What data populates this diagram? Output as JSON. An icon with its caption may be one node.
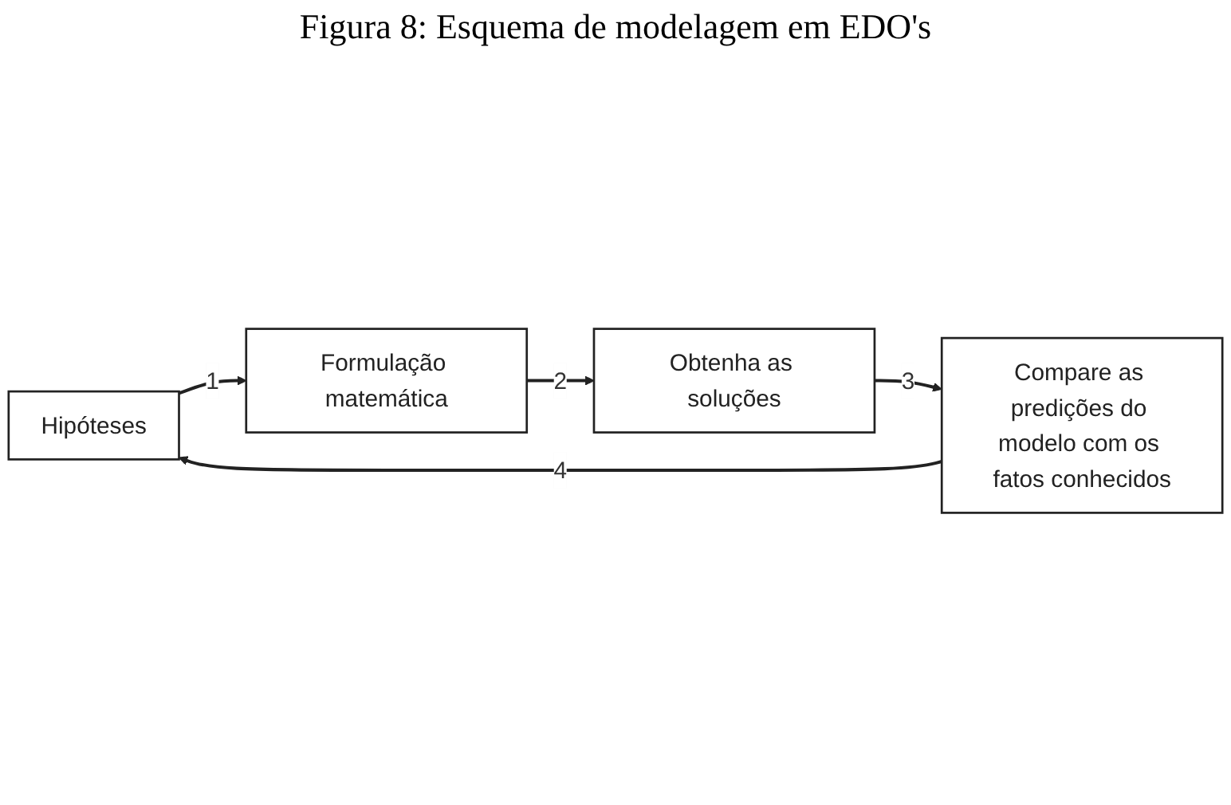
{
  "diagram": {
    "title": "Figura 8: Esquema de modelagem em EDO's",
    "nodes": [
      {
        "text": [
          "Hipóteses"
        ]
      },
      {
        "text": [
          "Formulação matemática"
        ]
      },
      {
        "text": [
          "Obtenha as soluções"
        ]
      },
      {
        "text": [
          "Compare as predições do modelo com os fatos conhecidos"
        ]
      }
    ],
    "edges": [
      {
        "from": 0,
        "to": 1,
        "arrow": "to",
        "label": "1"
      },
      {
        "from": 1,
        "to": 2,
        "arrow": "to",
        "label": "2"
      },
      {
        "from": 2,
        "to": 3,
        "arrow": "to",
        "label": "3"
      },
      {
        "from": 3,
        "to": 0,
        "arrow": "to",
        "label": "4"
      }
    ]
  }
}
